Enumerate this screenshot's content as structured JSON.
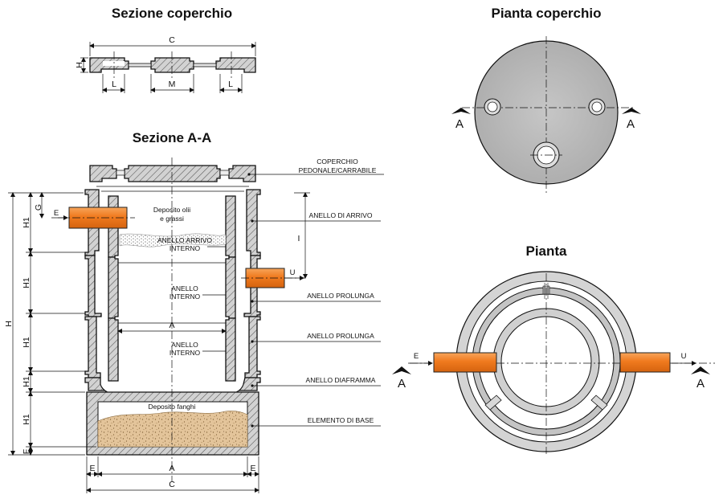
{
  "titles": {
    "sezione_coperchio": "Sezione coperchio",
    "pianta_coperchio": "Pianta coperchio",
    "sezione_aa": "Sezione A-A",
    "pianta": "Pianta"
  },
  "callouts": {
    "coperchio_line1": "COPERCHIO",
    "coperchio_line2": "PEDONALE/CARRABILE",
    "anello_arrivo": "ANELLO DI ARRIVO",
    "anello_prolunga_1": "ANELLO PROLUNGA",
    "anello_prolunga_2": "ANELLO PROLUNGA",
    "anello_diaframma": "ANELLO DIAFRAMMA",
    "elemento_base": "ELEMENTO DI BASE"
  },
  "inner_labels": {
    "deposito_olii_1": "Deposito olii",
    "deposito_olii_2": "e grassi",
    "arrivo_interno_1": "ANELLO ARRIVO",
    "arrivo_interno_2": "INTERNO",
    "interno_1a": "ANELLO",
    "interno_1b": "INTERNO",
    "interno_2a": "ANELLO",
    "interno_2b": "INTERNO",
    "deposito_fanghi": "Deposito fanghi"
  },
  "dimensions": {
    "C": "C",
    "H": "H",
    "L": "L",
    "M": "M",
    "G": "G",
    "H1": "H1",
    "I": "I",
    "A": "A",
    "E": "E",
    "F": "F"
  },
  "flow": {
    "inlet": "E",
    "outlet": "U"
  },
  "section_mark": "A",
  "colors": {
    "concrete": "#bdbdbd",
    "pipe": "#f07a1e",
    "sand": "#e6c79c"
  }
}
